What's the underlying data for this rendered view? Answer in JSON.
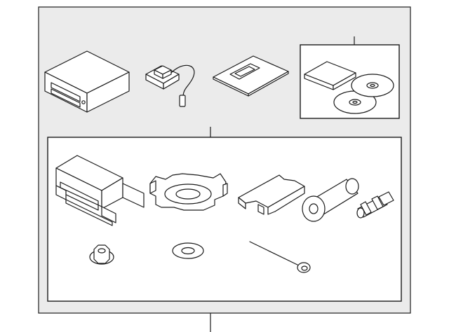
{
  "diagram": {
    "background": "#ffffff",
    "panel_fill": "#ebebeb",
    "line_color": "#1a1a1a",
    "part_fill": "#ffffff",
    "parts": [
      "navigation-unit",
      "gps-antenna",
      "mounting-bracket-plate",
      "map-disc-kit",
      "harness-connector-bracket",
      "retainer-clip",
      "support-bracket",
      "sleeve",
      "connector-fitting",
      "flange-nut",
      "washer",
      "pin"
    ]
  }
}
